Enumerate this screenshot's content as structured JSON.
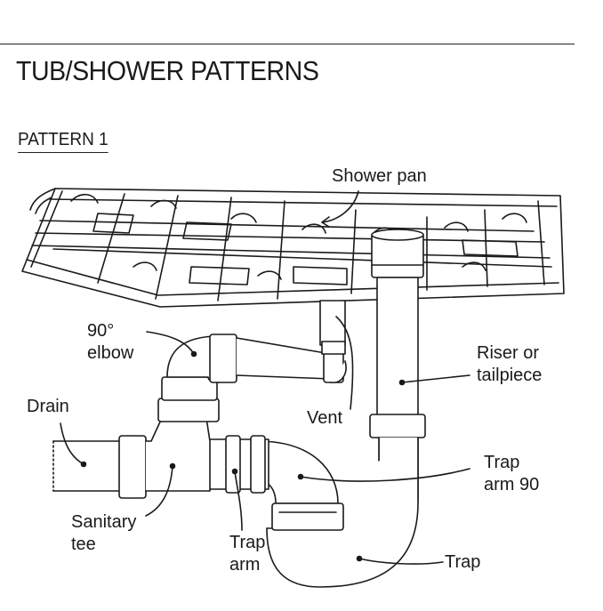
{
  "title": "TUB/SHOWER PATTERNS",
  "subtitle": "PATTERN 1",
  "labels": {
    "shower_pan": "Shower pan",
    "elbow_90": "90°\nelbow",
    "riser": "Riser or\ntailpiece",
    "drain": "Drain",
    "vent": "Vent",
    "trap_arm_90": "Trap\narm 90",
    "sanitary_tee": "Sanitary\ntee",
    "trap_arm": "Trap\narm",
    "trap": "Trap"
  }
}
